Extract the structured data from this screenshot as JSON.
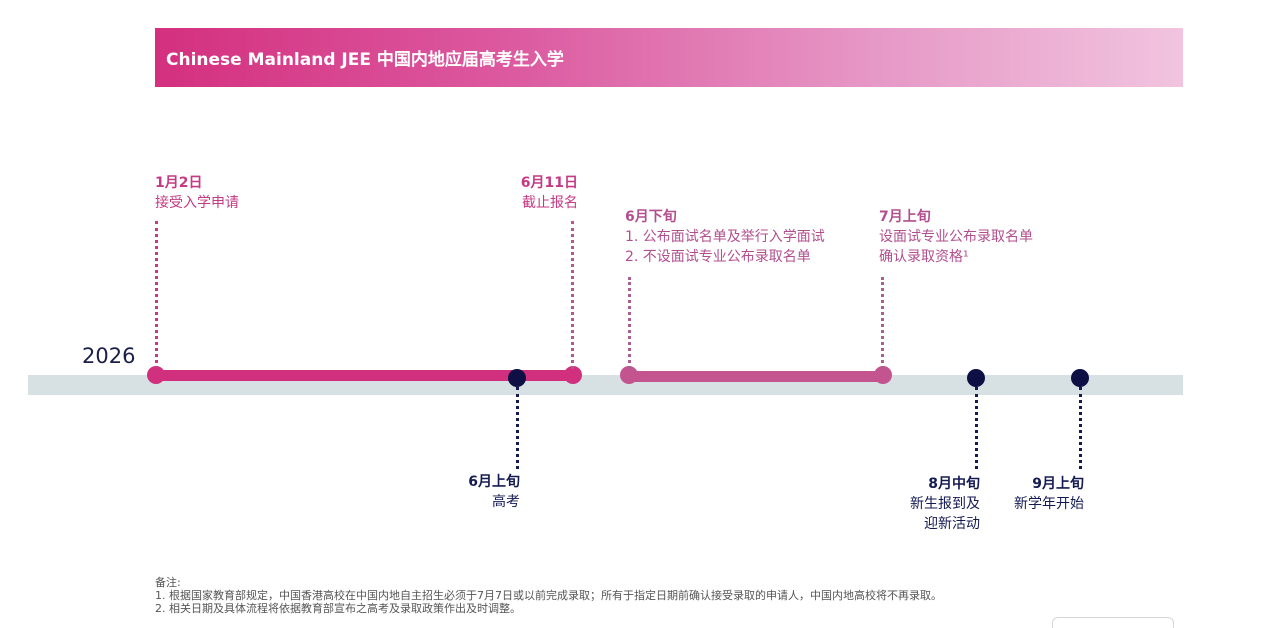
{
  "header": {
    "title": "Chinese Mainland JEE 中国内地应届高考生入学",
    "gradient_colors": [
      "#d4307f",
      "#f1c4df"
    ]
  },
  "timeline": {
    "year": "2026",
    "track_color": "#d7e1e4",
    "colors": {
      "pink": "#d0307d",
      "mauve": "#c4548f",
      "navy": "#0e0f45"
    },
    "events_above": [
      {
        "date": "1月2日",
        "desc": [
          "接受入学申请"
        ]
      },
      {
        "date": "6月11日",
        "desc": [
          "截止报名"
        ]
      },
      {
        "date": "6月下旬",
        "desc": [
          "1.  公布面试名单及举行入学面试",
          "2. 不设面试专业公布录取名单"
        ]
      },
      {
        "date": "7月上旬",
        "desc": [
          "设面试专业公布录取名单",
          "确认录取资格¹"
        ]
      }
    ],
    "events_below": [
      {
        "date": "6月上旬",
        "desc": [
          "高考"
        ]
      },
      {
        "date": "8月中旬",
        "desc": [
          "新生报到及",
          "迎新活动"
        ]
      },
      {
        "date": "9月上旬",
        "desc": [
          "新学年开始"
        ]
      }
    ]
  },
  "notes": {
    "heading": "备注:",
    "items": [
      "1.  根据国家教育部规定，中国香港高校在中国内地自主招生必须于7月7日或以前完成录取；所有于指定日期前确认接受录取的申请人，中国内地高校将不再录取。",
      "2. 相关日期及具体流程将依据教育部宣布之高考及录取政策作出及时调整。"
    ]
  }
}
